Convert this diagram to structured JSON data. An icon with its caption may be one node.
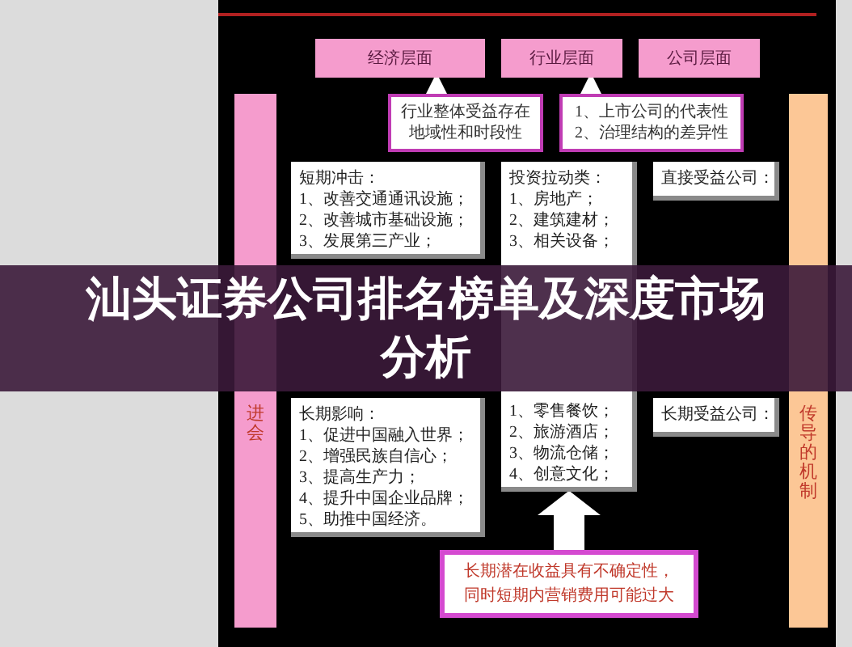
{
  "diagram": {
    "title": "汕头证券公司排名榜单及深度市场分析",
    "nodes": [
      {
        "text": [
          "经济层面"
        ]
      },
      {
        "text": [
          "行业层面"
        ]
      },
      {
        "text": [
          "公司层面"
        ]
      },
      {
        "text": [
          "行业整体受益存在地域性和时段性"
        ]
      },
      {
        "text": [
          "1、上市公司的代表性",
          "2、治理结构的差异性"
        ]
      },
      {
        "text": [
          "进会"
        ]
      },
      {
        "text": [
          "短期冲击：",
          "1、改善交通通讯设施；",
          "2、改善城市基础设施；",
          "3、发展第三产业；"
        ]
      },
      {
        "text": [
          "投资拉动类：",
          "1、房地产；",
          "2、建筑建材；",
          "3、相关设备；",
          "1、零售餐饮；",
          "2、旅游酒店；",
          "3、物流仓储；",
          "4、创意文化；"
        ]
      },
      {
        "text": [
          "直接受益公司："
        ]
      },
      {
        "text": [
          "长期影响：",
          "1、促进中国融入世界；",
          "2、增强民族自信心；",
          "3、提高生产力；",
          "4、提升中国企业品牌；",
          "5、助推中国经济。"
        ]
      },
      {
        "text": [
          "长期受益公司："
        ]
      },
      {
        "text": [
          "传导的机制"
        ]
      },
      {
        "text": [
          "长期潜在收益具有不确定性，同时短期内营销费用可能过大"
        ]
      }
    ],
    "edges": [
      {
        "from": 3,
        "to": 0,
        "arrow": "to"
      },
      {
        "from": 4,
        "to": 1,
        "arrow": "to"
      },
      {
        "from": 12,
        "to": 7,
        "arrow": "to",
        "style": "thick"
      }
    ]
  }
}
